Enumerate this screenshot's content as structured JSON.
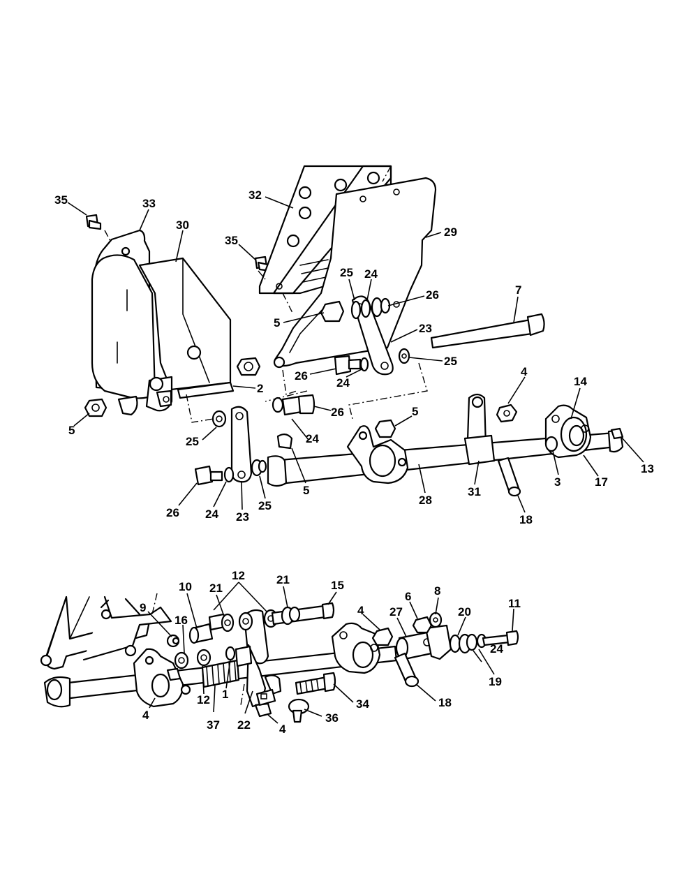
{
  "callouts": [
    {
      "id": "c35a",
      "text": "35"
    },
    {
      "id": "c33",
      "text": "33"
    },
    {
      "id": "c30",
      "text": "30"
    },
    {
      "id": "c32",
      "text": "32"
    },
    {
      "id": "c35b",
      "text": "35"
    },
    {
      "id": "c29",
      "text": "29"
    },
    {
      "id": "c25a",
      "text": "25"
    },
    {
      "id": "c24a",
      "text": "24"
    },
    {
      "id": "c26a",
      "text": "26"
    },
    {
      "id": "c7",
      "text": "7"
    },
    {
      "id": "c5a",
      "text": "5"
    },
    {
      "id": "c23a",
      "text": "23"
    },
    {
      "id": "c26b",
      "text": "26"
    },
    {
      "id": "c24b",
      "text": "24"
    },
    {
      "id": "c25b",
      "text": "25"
    },
    {
      "id": "c2",
      "text": "2"
    },
    {
      "id": "c4a",
      "text": "4"
    },
    {
      "id": "c14",
      "text": "14"
    },
    {
      "id": "c5b",
      "text": "5"
    },
    {
      "id": "c26c",
      "text": "26"
    },
    {
      "id": "c5c",
      "text": "5"
    },
    {
      "id": "c25c",
      "text": "25"
    },
    {
      "id": "c24c",
      "text": "24"
    },
    {
      "id": "c13",
      "text": "13"
    },
    {
      "id": "c5d",
      "text": "5"
    },
    {
      "id": "c3",
      "text": "3"
    },
    {
      "id": "c17",
      "text": "17"
    },
    {
      "id": "c26d",
      "text": "26"
    },
    {
      "id": "c24d",
      "text": "24"
    },
    {
      "id": "c23b",
      "text": "23"
    },
    {
      "id": "c25d",
      "text": "25"
    },
    {
      "id": "c28",
      "text": "28"
    },
    {
      "id": "c31",
      "text": "31"
    },
    {
      "id": "c18a",
      "text": "18"
    },
    {
      "id": "c12a",
      "text": "12"
    },
    {
      "id": "c10",
      "text": "10"
    },
    {
      "id": "c21a",
      "text": "21"
    },
    {
      "id": "c21b",
      "text": "21"
    },
    {
      "id": "c15",
      "text": "15"
    },
    {
      "id": "c9",
      "text": "9"
    },
    {
      "id": "c16",
      "text": "16"
    },
    {
      "id": "c4b",
      "text": "4"
    },
    {
      "id": "c6",
      "text": "6"
    },
    {
      "id": "c8",
      "text": "8"
    },
    {
      "id": "c27",
      "text": "27"
    },
    {
      "id": "c20",
      "text": "20"
    },
    {
      "id": "c11",
      "text": "11"
    },
    {
      "id": "c24e",
      "text": "24"
    },
    {
      "id": "c19",
      "text": "19"
    },
    {
      "id": "c12b",
      "text": "12"
    },
    {
      "id": "c1",
      "text": "1"
    },
    {
      "id": "c4c",
      "text": "4"
    },
    {
      "id": "c37",
      "text": "37"
    },
    {
      "id": "c22",
      "text": "22"
    },
    {
      "id": "c4d",
      "text": "4"
    },
    {
      "id": "c34",
      "text": "34"
    },
    {
      "id": "c36",
      "text": "36"
    },
    {
      "id": "c18b",
      "text": "18"
    }
  ]
}
